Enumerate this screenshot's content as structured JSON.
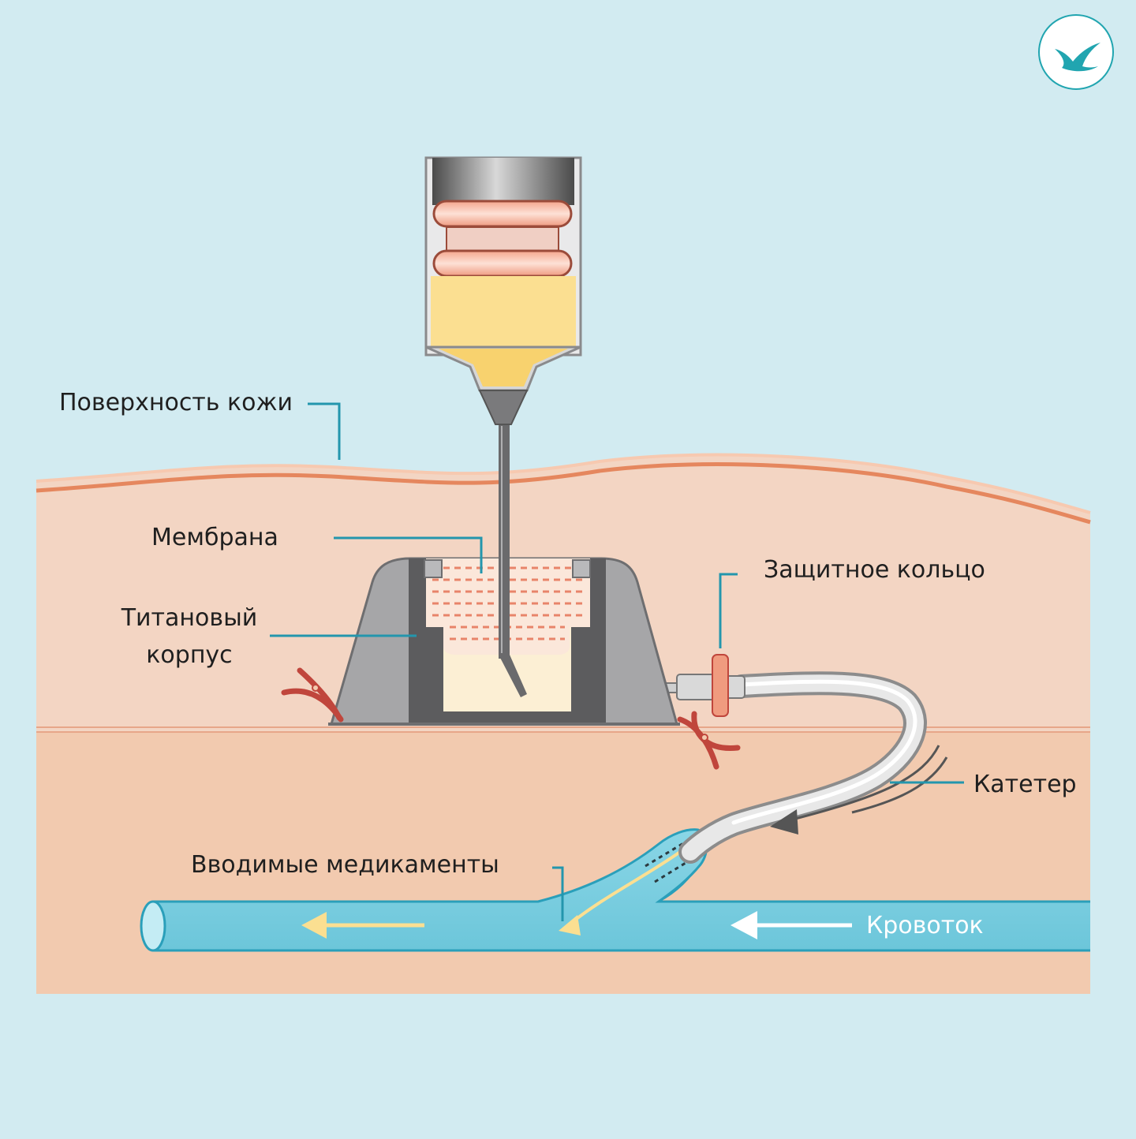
{
  "labels": {
    "skin_surface": "Поверхность кожи",
    "membrane": "Мембрана",
    "titanium_body_line1": "Титановый",
    "titanium_body_line2": "корпус",
    "protective_ring": "Защитное кольцо",
    "catheter": "Катетер",
    "injected_drugs": "Вводимые медикаменты",
    "blood_flow": "Кровоток"
  },
  "colors": {
    "background": "#d2ebf1",
    "skin": "#f3d5c3",
    "skin_deep": "#f2caaf",
    "skin_line": "#e5875e",
    "port_body": "#a6a6a8",
    "vessel": "#7ccfe0",
    "medication": "#fbdf91",
    "leader_line": "#2396ad",
    "suture": "#c0463c"
  },
  "icons": {
    "logo": "bird-logo-icon"
  }
}
